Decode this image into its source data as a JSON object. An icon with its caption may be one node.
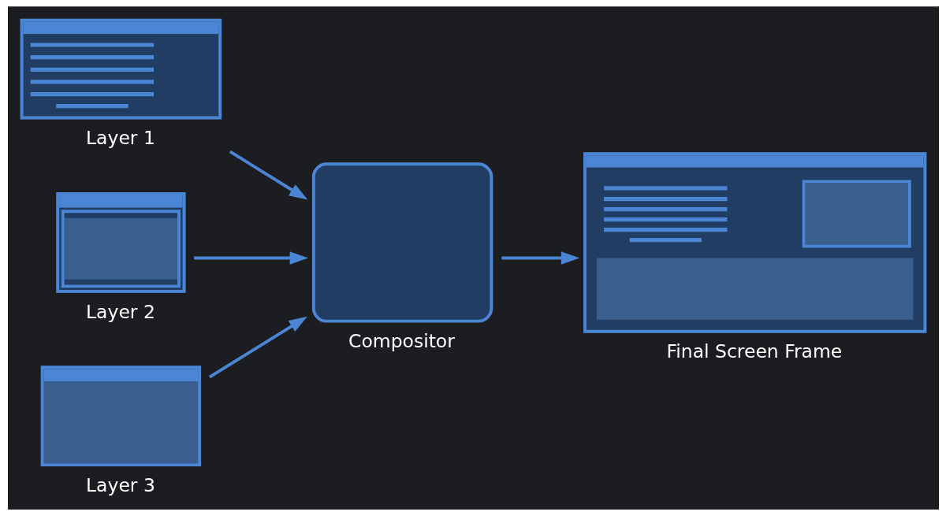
{
  "diagram": {
    "nodes": [
      {
        "text": [
          "Layer 1"
        ]
      },
      {
        "text": [
          "Layer 2"
        ]
      },
      {
        "text": [
          "Layer 3"
        ]
      },
      {
        "text": [
          "Compositor"
        ]
      },
      {
        "text": [
          "Final Screen Frame"
        ]
      }
    ],
    "edges": [
      {
        "from": 0,
        "to": 3,
        "arrow": "to"
      },
      {
        "from": 1,
        "to": 3,
        "arrow": "to"
      },
      {
        "from": 2,
        "to": 3,
        "arrow": "to"
      },
      {
        "from": 3,
        "to": 4,
        "arrow": "to"
      }
    ]
  }
}
